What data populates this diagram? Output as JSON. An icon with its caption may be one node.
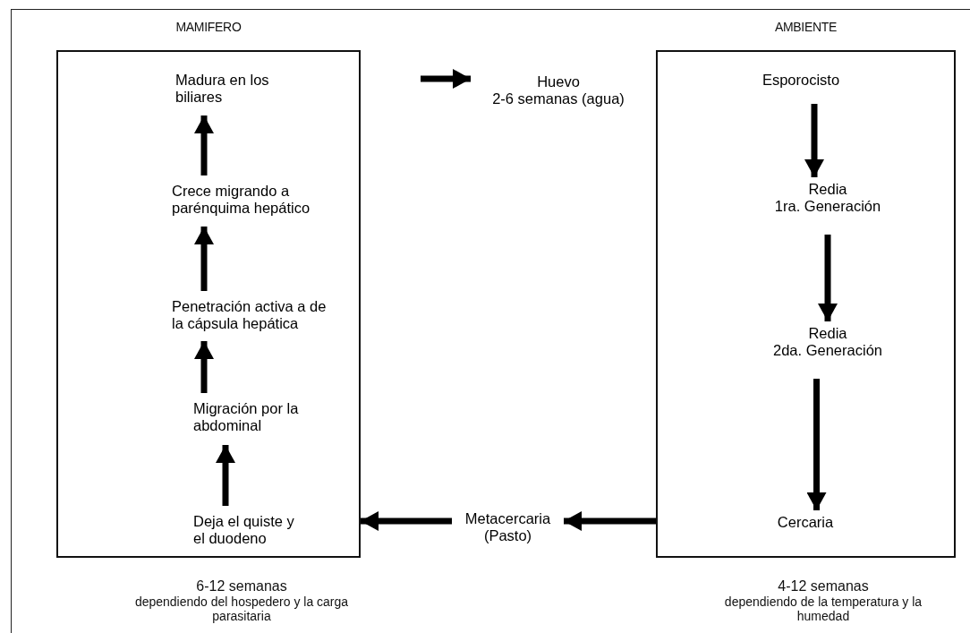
{
  "diagram": {
    "nodes": [
      {
        "text": [
          "MAMIFERO"
        ],
        "beside": [
          "6-12 semanas",
          "dependiendo del hospedero y la carga parasitaria"
        ]
      },
      {
        "text": [
          "Madura en los biliares"
        ],
        "in": 0
      },
      {
        "text": [
          "Crece migrando a parénquima hepático"
        ],
        "in": 0
      },
      {
        "text": [
          "Penetración activa a de la cápsula hepática"
        ],
        "in": 0
      },
      {
        "text": [
          "Migración por la abdominal"
        ],
        "in": 0
      },
      {
        "text": [
          "Deja el quiste y el duodeno"
        ],
        "in": 0
      },
      {
        "text": [
          "Huevo",
          "2-6 semanas (agua)"
        ]
      },
      {
        "text": [
          "AMBIENTE"
        ],
        "beside": [
          "4-12 semanas",
          "dependiendo de la temperatura y la humedad"
        ]
      },
      {
        "text": [
          "Esporocisto"
        ],
        "in": 7
      },
      {
        "text": [
          "Redia",
          "1ra. Generación"
        ],
        "in": 7
      },
      {
        "text": [
          "Redia",
          "2da. Generación"
        ],
        "in": 7
      },
      {
        "text": [
          "Cercaria"
        ],
        "in": 7
      },
      {
        "text": [
          "Metacercaria",
          "(Pasto)"
        ]
      }
    ],
    "edges": [
      {
        "from": 5,
        "to": 4,
        "arrow": "to"
      },
      {
        "from": 4,
        "to": 3,
        "arrow": "to"
      },
      {
        "from": 3,
        "to": 2,
        "arrow": "to"
      },
      {
        "from": 2,
        "to": 1,
        "arrow": "to"
      },
      {
        "from": null,
        "to": 6,
        "arrow": "to"
      },
      {
        "from": 8,
        "to": 9,
        "arrow": "to"
      },
      {
        "from": 9,
        "to": 10,
        "arrow": "to"
      },
      {
        "from": 10,
        "to": 11,
        "arrow": "to"
      },
      {
        "from": 7,
        "to": 12,
        "arrow": "to"
      },
      {
        "from": 12,
        "to": 0,
        "arrow": "to"
      }
    ]
  }
}
